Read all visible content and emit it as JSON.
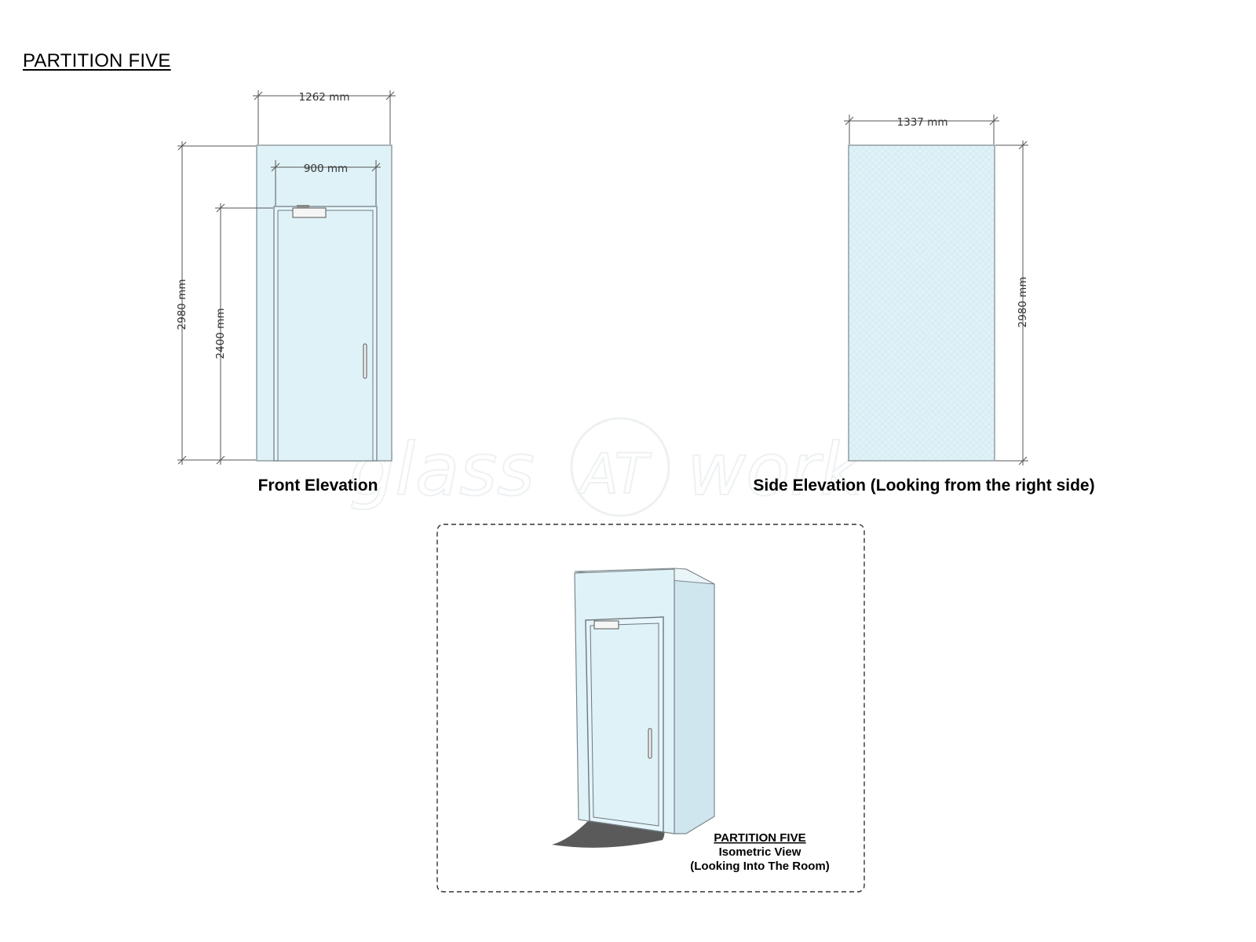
{
  "title": "PARTITION FIVE",
  "front_elevation": {
    "caption": "Front Elevation",
    "overall_width": "1262 mm",
    "door_width": "900 mm",
    "overall_height": "2980 mm",
    "door_height": "2400 mm"
  },
  "side_elevation": {
    "caption": "Side Elevation (Looking from the right side)",
    "width": "1337 mm",
    "height": "2980 mm"
  },
  "isometric": {
    "title": "PARTITION FIVE",
    "line1": "Isometric View",
    "line2": "(Looking Into The Room)"
  },
  "watermark": {
    "left": "glass",
    "badge": "AT",
    "right": "work"
  },
  "colors": {
    "glass": "#dff2f8",
    "glass_side": "#cfe6ee",
    "frame": "#8c9498",
    "shadow": "#555555",
    "dimension_line": "#555555"
  }
}
